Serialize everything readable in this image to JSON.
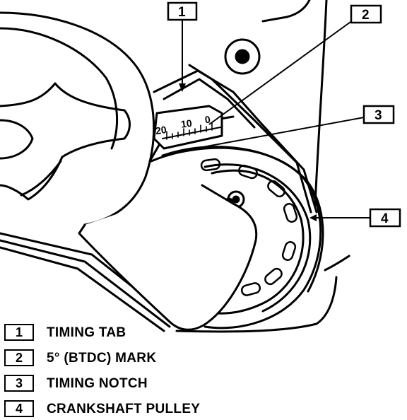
{
  "scale": {
    "tick_labels": [
      "20",
      "10",
      "0"
    ]
  },
  "callouts": [
    {
      "number": "1"
    },
    {
      "number": "2"
    },
    {
      "number": "3"
    },
    {
      "number": "4"
    }
  ],
  "legend": [
    {
      "number": "1",
      "label": "TIMING TAB"
    },
    {
      "number": "2",
      "label": "5° (BTDC) MARK"
    },
    {
      "number": "3",
      "label": "TIMING NOTCH"
    },
    {
      "number": "4",
      "label": "CRANKSHAFT PULLEY"
    }
  ]
}
